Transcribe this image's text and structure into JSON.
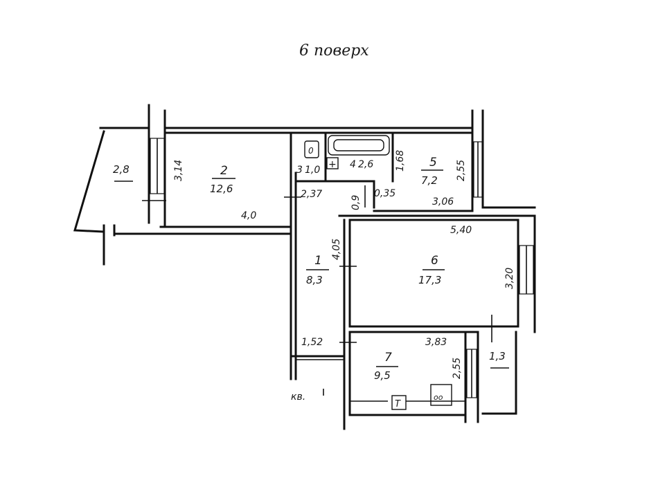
{
  "floor_label": "6 поверх",
  "apartment_label": "кв.",
  "rooms": [
    {
      "id": "balcony",
      "number": "",
      "area": "2,8"
    },
    {
      "id": "room2",
      "number": "2",
      "area": "12,6"
    },
    {
      "id": "wc",
      "number": "3",
      "area": "1,0"
    },
    {
      "id": "bath",
      "number": "4",
      "area": "2,6"
    },
    {
      "id": "room5",
      "number": "5",
      "area": "7,2"
    },
    {
      "id": "hall",
      "number": "1",
      "area": "8,3"
    },
    {
      "id": "room6",
      "number": "6",
      "area": "17,3"
    },
    {
      "id": "kitchen",
      "number": "7",
      "area": "9,5"
    },
    {
      "id": "loggia",
      "number": "",
      "area": "1,3"
    }
  ],
  "dimensions": {
    "room2_height": "3,14",
    "room2_width": "4,0",
    "hall_width": "2,37",
    "bath_width": "1,68",
    "bath_depth": "0,9",
    "corridor_gap": "0,35",
    "room5_height": "2,55",
    "room5_width": "3,06",
    "hall_height": "4,05",
    "room6_width": "5,40",
    "room6_height": "3,20",
    "kitchen_corridor": "1,52",
    "kitchen_width": "3,83",
    "kitchen_height": "2,55"
  },
  "fixtures": {
    "toilet_symbol": "0",
    "sink_symbol": "+",
    "fridge_symbol": "T",
    "stove_symbol": "oo"
  }
}
